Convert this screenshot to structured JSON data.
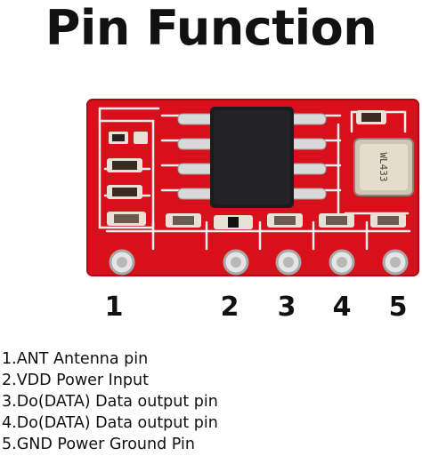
{
  "title": "Pin Function",
  "crystal_label": "WL433",
  "pins": [
    "1",
    "2",
    "3",
    "4",
    "5"
  ],
  "descriptions": [
    "1.ANT Antenna pin",
    "2.VDD Power Input",
    "3.Do(DATA) Data output pin",
    "4.Do(DATA) Data output pin",
    "5.GND Power Ground Pin"
  ],
  "colors": {
    "pcb": "#d8101c",
    "trace": "#f0f0ee",
    "chip": "#1c1c1e",
    "crystal": "#e6dccc"
  }
}
